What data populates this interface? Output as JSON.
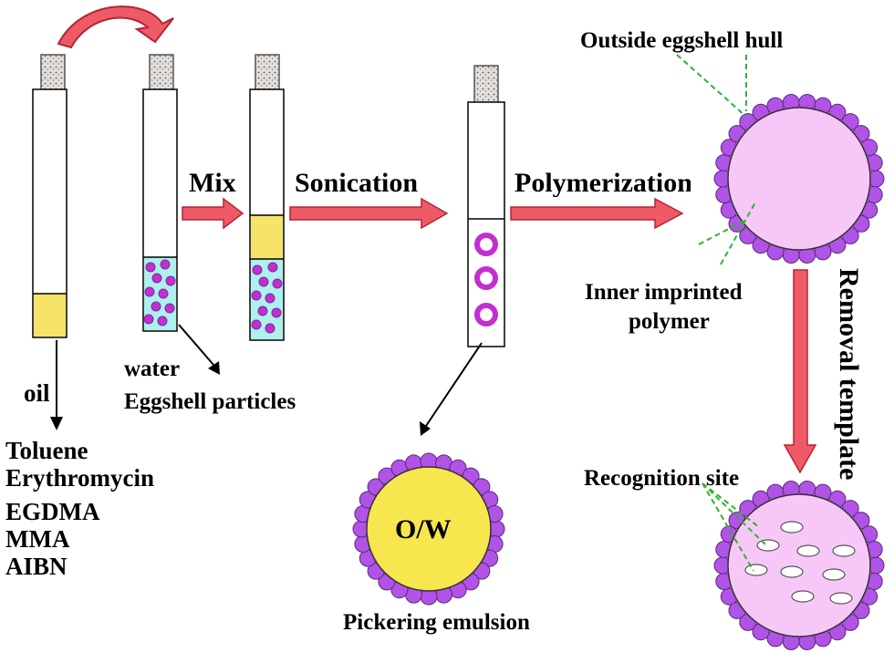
{
  "colors": {
    "arrow_fill": "#ef5a67",
    "arrow_stroke": "#b22535",
    "oil": "#f6e36a",
    "water": "#aef0ee",
    "particle": "#c22fd0",
    "particle_ring": "#7a2d96",
    "shell_bead": "#b153e6",
    "inner_polymer": "#f7c8f7",
    "emulsion_core": "#f7e64d",
    "leader_line": "#2fb42f",
    "cork": "#cfc8c2"
  },
  "labels": {
    "mix": "Mix",
    "sonication": "Sonication",
    "polymerization": "Polymerization",
    "removal_template": "Removal template",
    "oil": "oil",
    "water": "water",
    "eggshell_particles": "Eggshell  particles",
    "oil_components": [
      "Toluene",
      "Erythromycin",
      "EGDMA",
      "MMA",
      "AIBN"
    ],
    "outside_hull": "Outside eggshell hull",
    "inner_polymer_line1": "Inner imprinted",
    "inner_polymer_line2": "polymer",
    "emulsion_center": "O/W",
    "pickering_emulsion": "Pickering emulsion",
    "recognition_site": "Recognition site"
  }
}
